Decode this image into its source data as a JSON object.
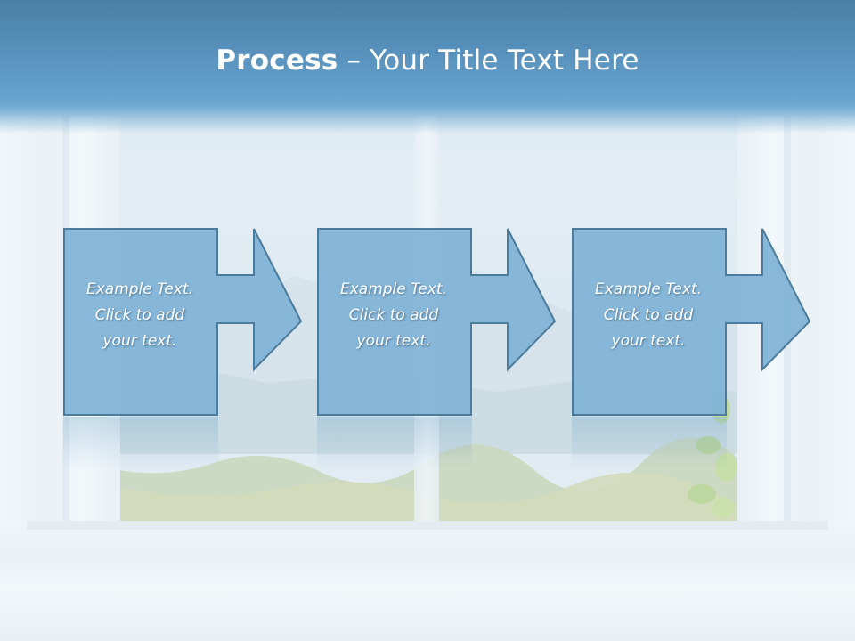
{
  "slide": {
    "title_bold": "Process",
    "title_rest": " – Your Title Text Here"
  },
  "steps": [
    {
      "line1": "Example Text.",
      "line2": "Click  to add",
      "line3": "your text."
    },
    {
      "line1": "Example Text.",
      "line2": "Click  to add",
      "line3": "your text."
    },
    {
      "line1": "Example Text.",
      "line2": "Click  to add",
      "line3": "your text."
    }
  ],
  "colors": {
    "banner": "#5a94bf",
    "shape_fill": "#7fb2d6",
    "shape_stroke": "#4d7b9b",
    "text": "#ffffff"
  }
}
